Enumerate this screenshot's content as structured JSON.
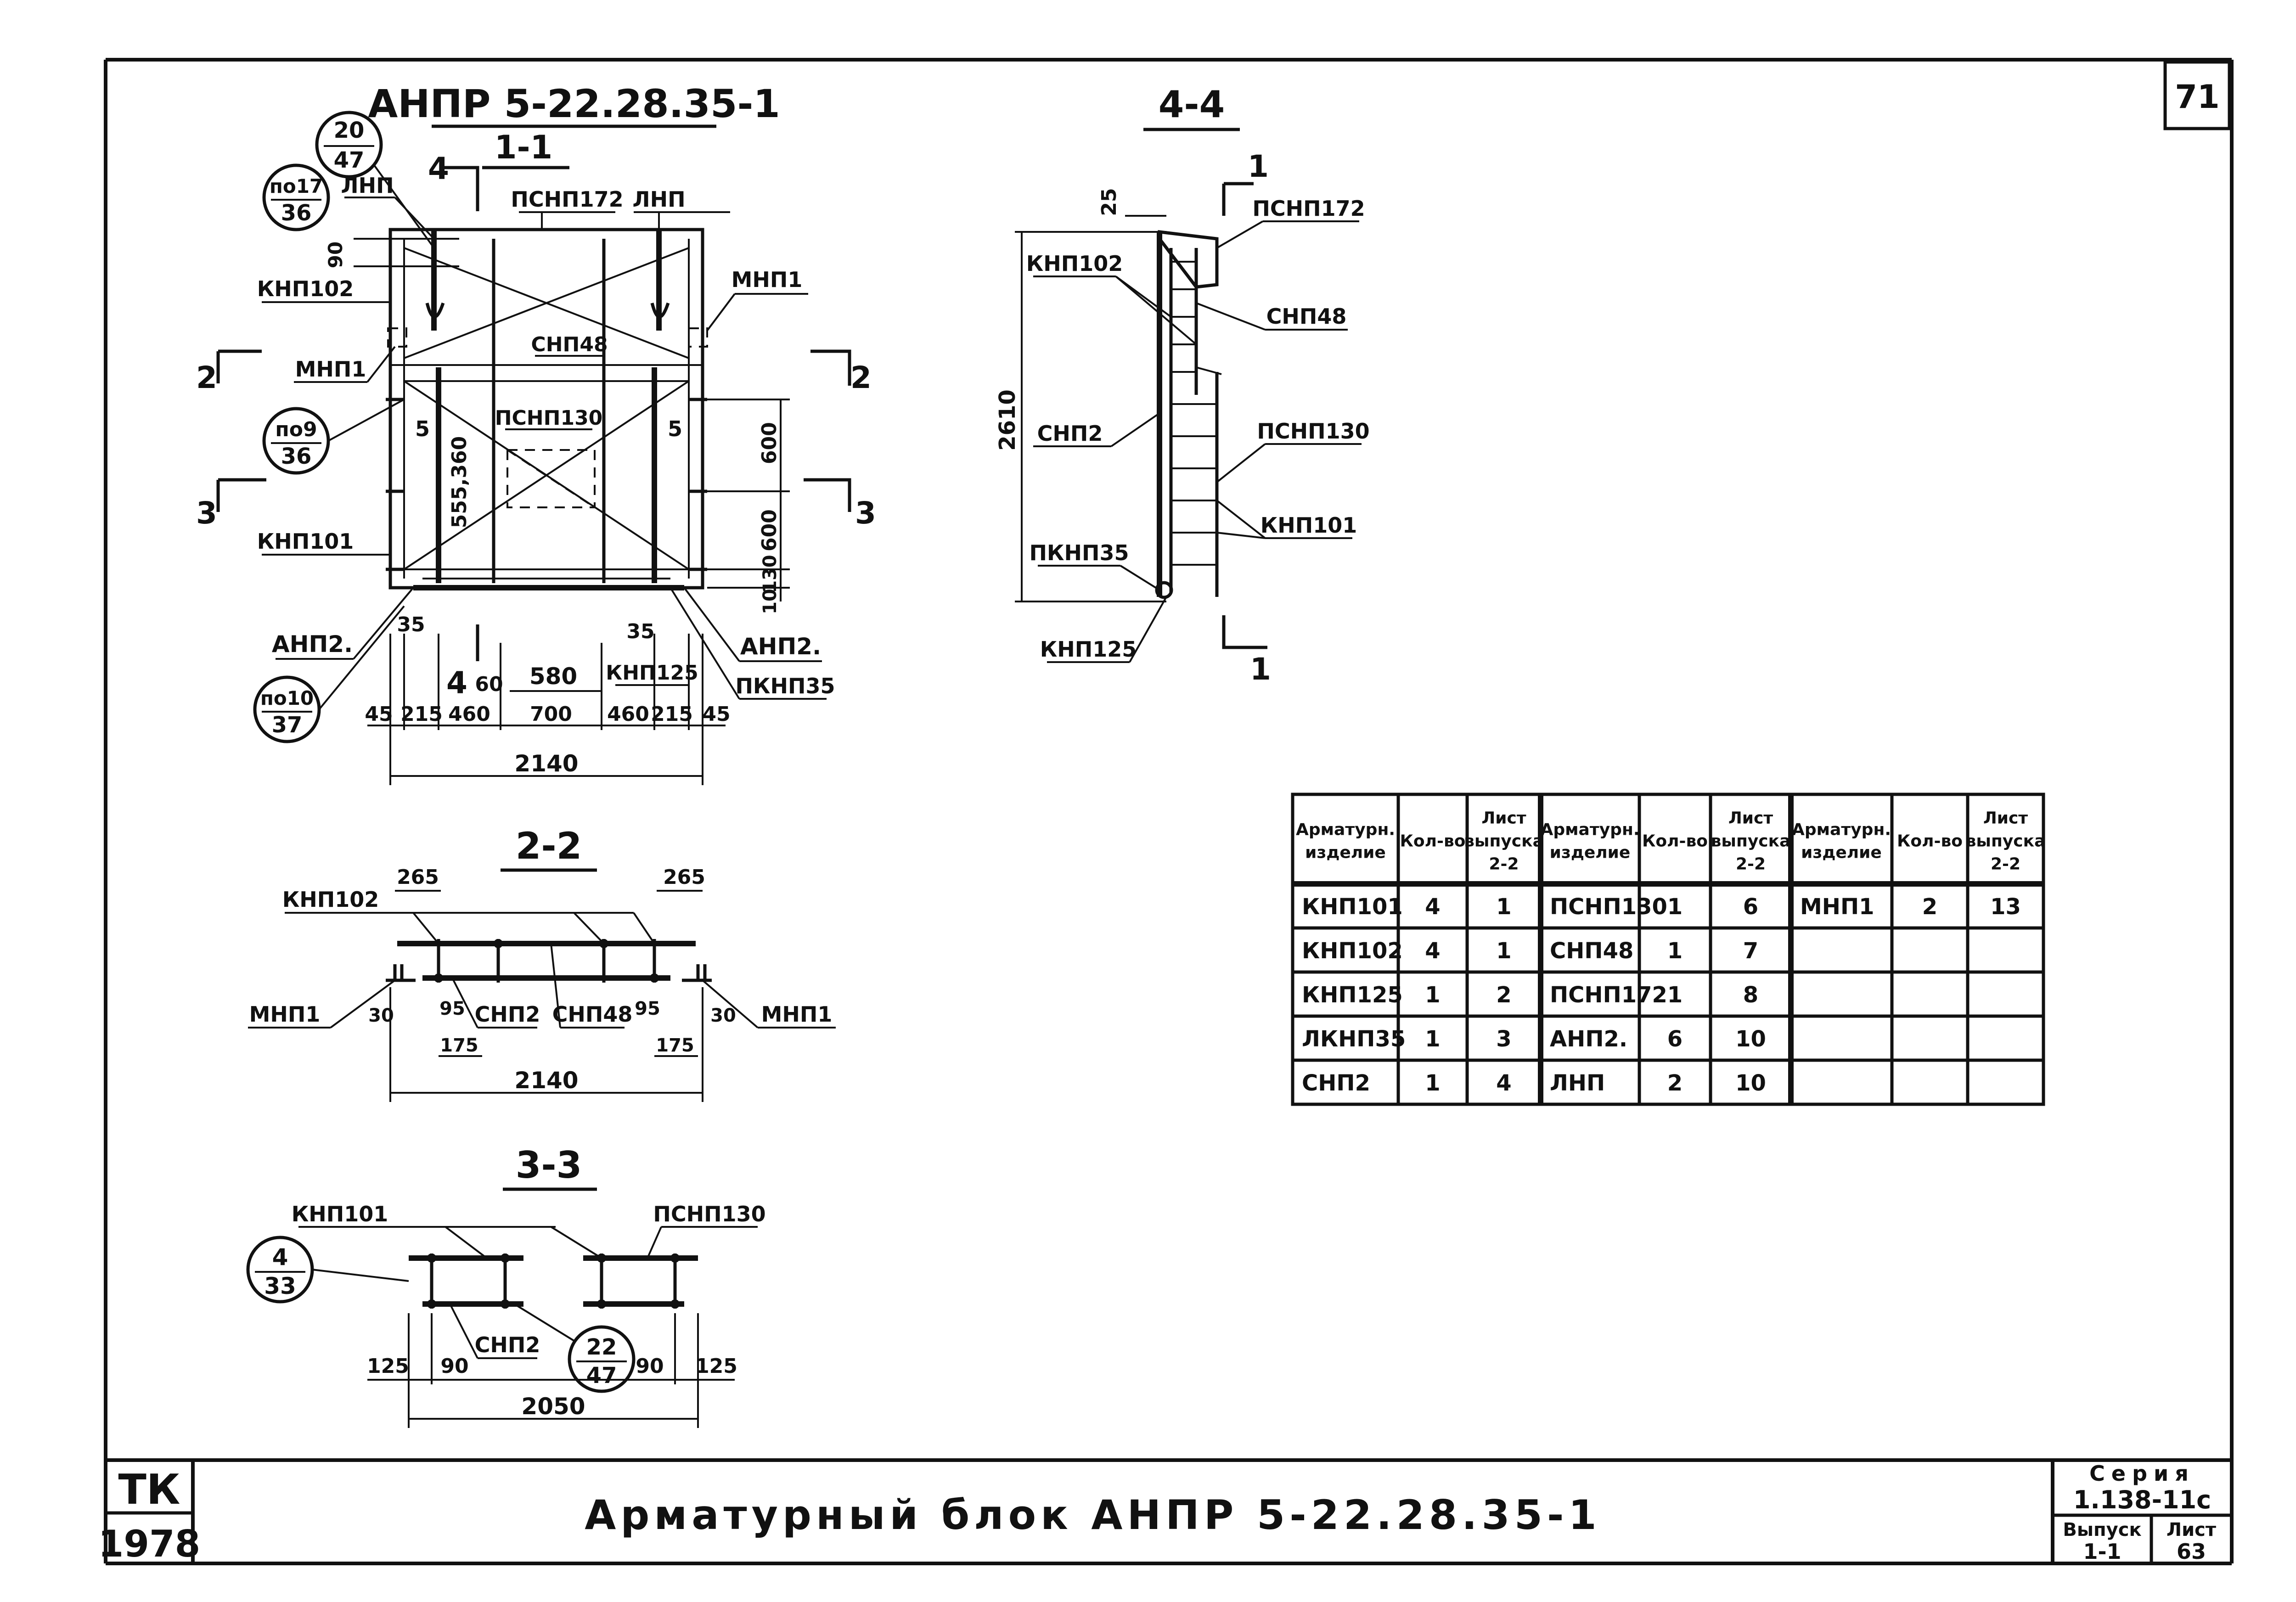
{
  "sheet_number": "71",
  "title_block": {
    "org": "ТК",
    "year": "1978",
    "title": "Арматурный блок АНПР 5-22.28.35-1",
    "series_label": "Серия",
    "series_value": "1.138-11с",
    "issue_label": "Выпуск",
    "issue_value": "1-1",
    "sheet_label": "Лист",
    "sheet_value": "63"
  },
  "views": {
    "main_title": "АНПР 5-22.28.35-1",
    "sec11": "1-1",
    "sec44": "4-4",
    "sec22": "2-2",
    "sec33": "3-3",
    "cut2": "2",
    "cut3": "3",
    "cut4": "4",
    "cut1": "1"
  },
  "callouts": {
    "c1_top": "20",
    "c1_bot": "47",
    "c2_top": "по17",
    "c2_bot": "36",
    "c3_top": "по9",
    "c3_bot": "36",
    "c4_top": "по10",
    "c4_bot": "37",
    "c5_top": "4",
    "c5_bot": "33",
    "c6_top": "22",
    "c6_bot": "47"
  },
  "labels_11": {
    "lnp_l": "ЛНП",
    "psnp172": "ПСНП172",
    "lnp_r": "ЛНП",
    "knp102": "КНП102",
    "mnp1_r": "МНП1",
    "mnp1_l": "МНП1",
    "snp48": "СНП48",
    "psnp130": "ПСНП130",
    "knp101": "КНП101",
    "anp2_l": "АНП2.",
    "anp2_r": "АНП2.",
    "pknp35": "ПКНП35",
    "knp125": "КНП125"
  },
  "dims_11": {
    "d90": "90",
    "d5l": "5",
    "d5r": "5",
    "d555": "555,360",
    "d600a": "600",
    "d600b": "600",
    "d130": "130",
    "d10": "10",
    "d35l": "35",
    "d35r": "35",
    "d60": "60",
    "d580": "580",
    "d45l": "45",
    "d215l": "215",
    "d460l": "460",
    "d700": "700",
    "d460r": "460",
    "d215r": "215",
    "d45r": "45",
    "d2140": "2140"
  },
  "labels_44": {
    "psnp172": "ПСНП172",
    "knp102": "КНП102",
    "snp48": "СНП48",
    "snp2": "СНП2",
    "psnp130": "ПСНП130",
    "knp101": "КНП101",
    "pknp35": "ПКНП35",
    "knp125": "КНП125",
    "d25": "25",
    "d2610": "2610"
  },
  "labels_22": {
    "knp102": "КНП102",
    "mnp1_l": "МНП1",
    "mnp1_r": "МНП1",
    "snp2": "СНП2",
    "snp48": "СНП48",
    "d265l": "265",
    "d265r": "265",
    "d30l": "30",
    "d95l": "95",
    "d95r": "95",
    "d30r": "30",
    "d175l": "175",
    "d175r": "175",
    "d2140": "2140"
  },
  "labels_33": {
    "knp101": "КНП101",
    "psnp130": "ПСНП130",
    "snp2": "СНП2",
    "d125l": "125",
    "d90l": "90",
    "d90r": "90",
    "d125r": "125",
    "d2050": "2050"
  },
  "table": {
    "headers": [
      [
        "Арматурн.",
        "изделие"
      ],
      [
        "Кол-во"
      ],
      [
        "Лист",
        "выпуска",
        "2-2"
      ],
      [
        "Арматурн.",
        "изделие"
      ],
      [
        "Кол-во"
      ],
      [
        "Лист",
        "выпуска",
        "2-2"
      ],
      [
        "Арматурн.",
        "изделие"
      ],
      [
        "Кол-во"
      ],
      [
        "Лист",
        "выпуска",
        "2-2"
      ]
    ],
    "rows": [
      [
        "КНП101",
        "4",
        "1",
        "ПСНП130",
        "1",
        "6",
        "МНП1",
        "2",
        "13"
      ],
      [
        "КНП102",
        "4",
        "1",
        "СНП48",
        "1",
        "7",
        "",
        "",
        ""
      ],
      [
        "КНП125",
        "1",
        "2",
        "ПСНП172",
        "1",
        "8",
        "",
        "",
        ""
      ],
      [
        "ЛКНП35",
        "1",
        "3",
        "АНП2.",
        "6",
        "10",
        "",
        "",
        ""
      ],
      [
        "СНП2",
        "1",
        "4",
        "ЛНП",
        "2",
        "10",
        "",
        "",
        ""
      ]
    ]
  }
}
